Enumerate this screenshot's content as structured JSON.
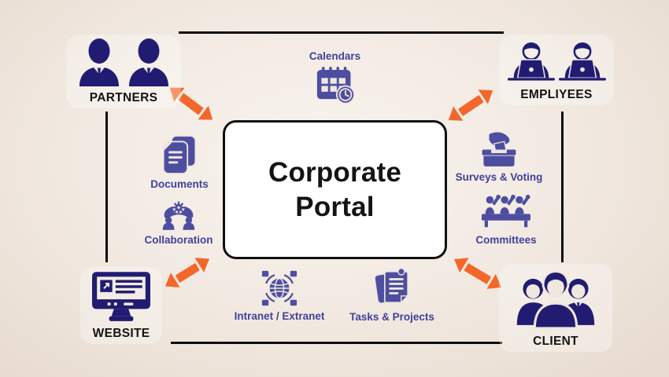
{
  "title": {
    "line1": "Corporate",
    "line2": "Portal"
  },
  "corner_nodes": {
    "partners": {
      "label": "PARTNERS",
      "icon": "businessman-icon",
      "icon_count": 2
    },
    "employees": {
      "label": "EMPLIYEES",
      "icon": "employee-laptop-icon",
      "icon_count": 2
    },
    "website": {
      "label": "WEBSITE",
      "icon": "monitor-icon",
      "icon_count": 1
    },
    "client": {
      "label": "CLIENT",
      "icon": "people-group-icon",
      "icon_count": 1
    }
  },
  "features": {
    "calendars": {
      "label": "Calendars",
      "icon": "calendar-clock-icon"
    },
    "documents": {
      "label": "Documents",
      "icon": "documents-icon"
    },
    "collaboration": {
      "label": "Collaboration",
      "icon": "collaboration-gear-icon"
    },
    "surveys": {
      "label": "Surveys & Voting",
      "icon": "ballot-box-icon"
    },
    "committees": {
      "label": "Committees",
      "icon": "committee-table-icon"
    },
    "intranet": {
      "label": "Intranet / Extranet",
      "icon": "globe-network-icon"
    },
    "tasks": {
      "label": "Tasks & Projects",
      "icon": "clipboard-tasks-icon"
    }
  },
  "connectors": {
    "arrow_style": "double-headed",
    "arrow_color": "#F4672B",
    "line_color": "#0C0C0C"
  },
  "colors": {
    "corner_icon_navy": "#211C72",
    "feature_icon_purple": "#4E4EA0",
    "feature_label_purple": "#41419B",
    "arrow_orange": "#F4672B",
    "background_beige": "#F0E7DE",
    "box_background": "#FFFFFF",
    "box_border": "#101010"
  }
}
